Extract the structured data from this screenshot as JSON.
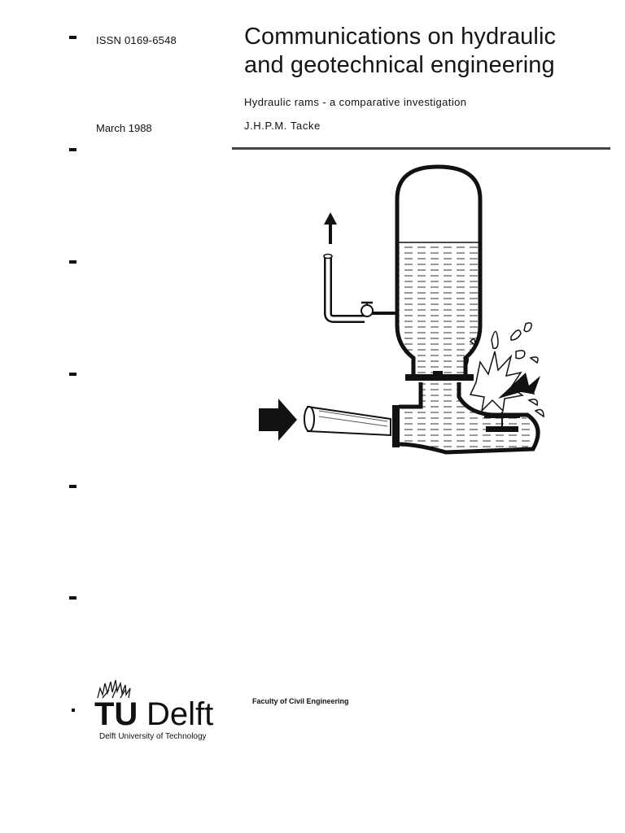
{
  "header": {
    "issn": "ISSN 0169-6548",
    "date": "March 1988",
    "series_title_line1": "Communications on hydraulic",
    "series_title_line2": "and geotechnical engineering",
    "subtitle": "Hydraulic rams - a comparative investigation",
    "author": "J.H.P.M. Tacke"
  },
  "illustration": {
    "subject": "hydraulic ram pump cross-section",
    "icons": [
      "up-arrow-icon",
      "inflow-arrow-icon",
      "valve-handle-icon",
      "water-splash-icon"
    ]
  },
  "footer": {
    "logo_letters": "TU",
    "logo_word": "Delft",
    "university": "Delft University of Technology",
    "faculty": "Faculty of Civil Engineering"
  },
  "colors": {
    "ink": "#111111",
    "paper": "#ffffff"
  }
}
